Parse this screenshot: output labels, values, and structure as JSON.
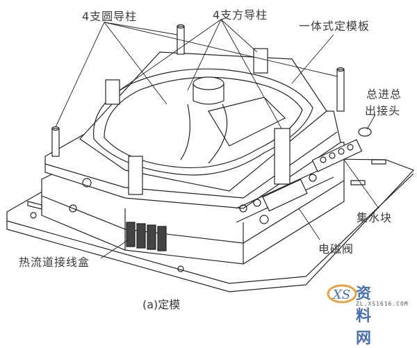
{
  "figure": {
    "caption": "(a)定模",
    "callouts": [
      {
        "id": "round-guide-pillars",
        "text": "4支圆导柱"
      },
      {
        "id": "square-guide-pillars",
        "text": "4支方导柱"
      },
      {
        "id": "integral-fixed-plate",
        "text": "一体式定模板"
      },
      {
        "id": "main-inlet-outlet-line1",
        "text": "总进总"
      },
      {
        "id": "main-inlet-outlet-line2",
        "text": "出接头"
      },
      {
        "id": "water-collector",
        "text": "集水块"
      },
      {
        "id": "solenoid-valve",
        "text": "电磁阀"
      },
      {
        "id": "hot-runner-junction-box",
        "text": "热流道接线盒"
      }
    ]
  },
  "watermark": {
    "logo_text": "XS",
    "site_name": "资料网",
    "url": "ZL.XS1616.COM",
    "color": "#4a6fb0"
  }
}
